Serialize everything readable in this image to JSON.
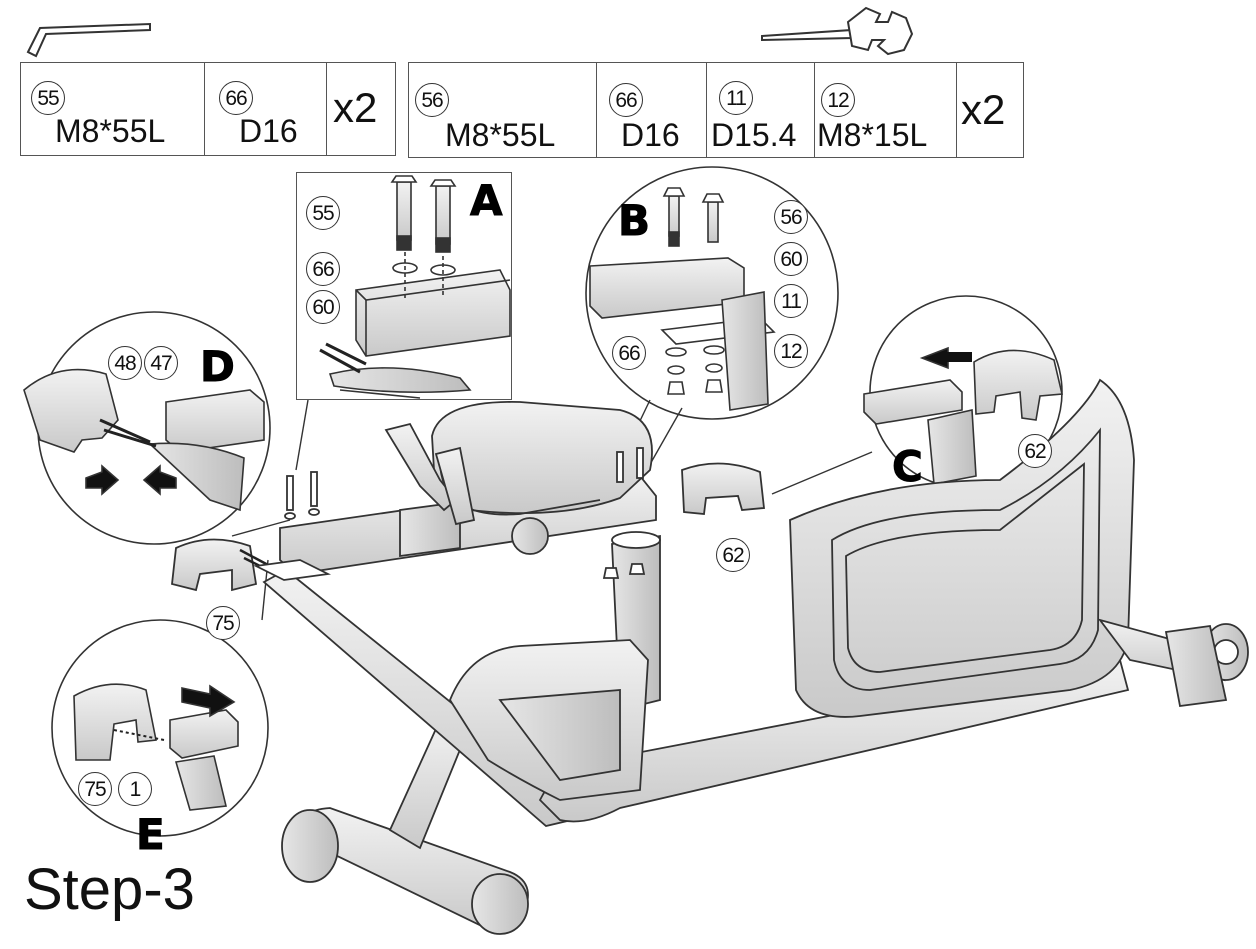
{
  "hardware_left": {
    "bolt_part": "55",
    "bolt_spec": "M8*55L",
    "washer_part": "66",
    "washer_spec": "D16",
    "quantity": "x2"
  },
  "hardware_right": {
    "bolt_part": "56",
    "bolt_spec": "M8*55L",
    "washer_part": "66",
    "washer_spec": "D16",
    "spring_washer_part": "11",
    "spring_washer_spec": "D15.4",
    "nut_part": "12",
    "nut_spec": "M8*15L",
    "quantity": "x2"
  },
  "detail_a": {
    "letter": "A",
    "labels": [
      "55",
      "66",
      "60"
    ]
  },
  "detail_b": {
    "letter": "B",
    "labels": [
      "56",
      "60",
      "11",
      "66",
      "12"
    ]
  },
  "detail_c": {
    "letter": "C",
    "labels": [
      "62"
    ]
  },
  "detail_d": {
    "letter": "D",
    "labels": [
      "48",
      "47"
    ]
  },
  "detail_e": {
    "letter": "E",
    "labels": [
      "75",
      "1"
    ]
  },
  "main_labels": {
    "cover_right": "62",
    "cover_left": "75"
  },
  "step_title": "Step-3"
}
